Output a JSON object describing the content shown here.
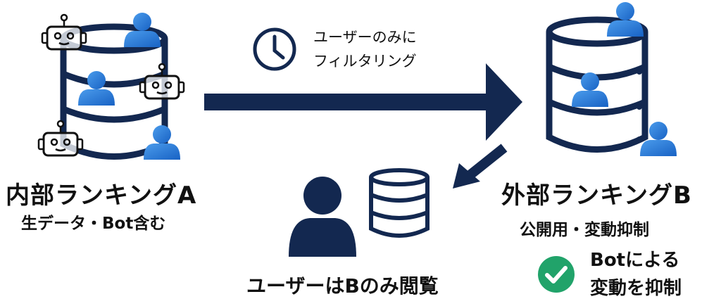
{
  "filter_note": {
    "line1": "ユーザーのみに",
    "line2": "フィルタリング",
    "icon": "clock-icon"
  },
  "internal": {
    "title": "内部ランキングA",
    "subtitle": "生データ・Bot含む"
  },
  "external": {
    "title": "外部ランキングB",
    "subtitle": "公開用・変動抑制"
  },
  "user_caption": "ユーザーはBのみ閲覧",
  "benefit": {
    "line1": "Botによる",
    "line2": "変動を抑制",
    "icon": "check-circle-icon"
  },
  "colors": {
    "navy": "#132850",
    "user_blue": "#2f7fdc",
    "check_green": "#21a36a"
  }
}
